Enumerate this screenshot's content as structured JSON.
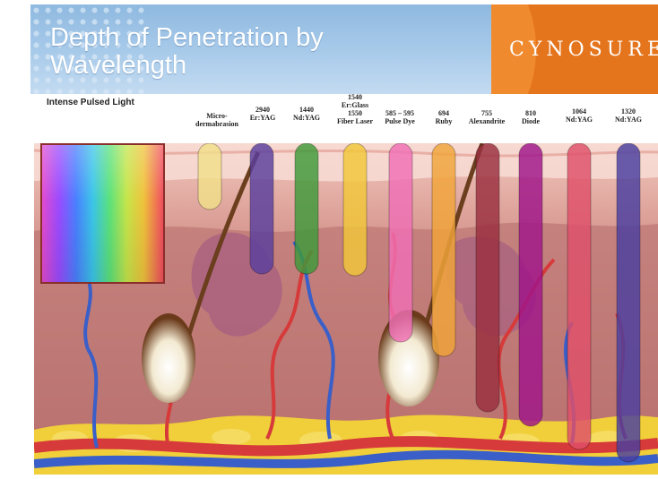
{
  "header": {
    "title_line1": "Depth of Penetration by",
    "title_line2": "Wavelength",
    "logo": "CYNOSURE"
  },
  "ipl_label": "Intense Pulsed Light",
  "bars": [
    {
      "l1": "Micro-",
      "l2": "dermabrasion",
      "l3": "",
      "l4": "",
      "color": "#f2e08a"
    },
    {
      "l1": "2940",
      "l2": "Er:YAG",
      "l3": "",
      "l4": "",
      "color": "#5a3f9e"
    },
    {
      "l1": "1440",
      "l2": "Nd:YAG",
      "l3": "",
      "l4": "",
      "color": "#3f9a3a"
    },
    {
      "l1": "1540",
      "l2": "Er:Glass",
      "l3": "1550",
      "l4": "Fiber Laser",
      "color": "#f2c83a"
    },
    {
      "l1": "585 – 595",
      "l2": "Pulse Dye",
      "l3": "",
      "l4": "",
      "color": "#f070b6"
    },
    {
      "l1": "694",
      "l2": "Ruby",
      "l3": "",
      "l4": "",
      "color": "#f2a53a"
    },
    {
      "l1": "755",
      "l2": "Alexandrite",
      "l3": "",
      "l4": "",
      "color": "#9a2f3f"
    },
    {
      "l1": "810",
      "l2": "Diode",
      "l3": "",
      "l4": "",
      "color": "#a0158a"
    },
    {
      "l1": "1064",
      "l2": "Nd:YAG",
      "l3": "",
      "l4": "",
      "color": "#e0506a"
    },
    {
      "l1": "1320",
      "l2": "Nd:YAG",
      "l3": "",
      "l4": "",
      "color": "#4a3fa0"
    }
  ]
}
